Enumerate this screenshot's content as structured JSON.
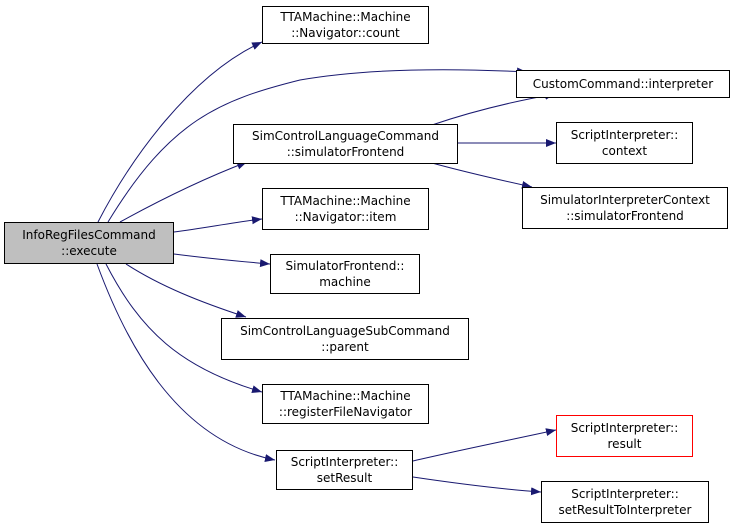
{
  "diagram": {
    "colors": {
      "edge": "#191970",
      "node_border": "#000000",
      "root_fill": "#bfbfbf",
      "highlight_border": "#ff0000"
    },
    "root": {
      "line1": "InfoRegFilesCommand",
      "line2": "::execute"
    },
    "nodes": {
      "navigator_count": {
        "line1": "TTAMachine::Machine",
        "line2": "::Navigator::count"
      },
      "custom_interpreter": {
        "line1": "CustomCommand::interpreter"
      },
      "sim_frontend": {
        "line1": "SimControlLanguageCommand",
        "line2": "::simulatorFrontend"
      },
      "script_context": {
        "line1": "ScriptInterpreter::",
        "line2": "context"
      },
      "interp_context_frontend": {
        "line1": "SimulatorInterpreterContext",
        "line2": "::simulatorFrontend"
      },
      "navigator_item": {
        "line1": "TTAMachine::Machine",
        "line2": "::Navigator::item"
      },
      "frontend_machine": {
        "line1": "SimulatorFrontend::",
        "line2": "machine"
      },
      "subcommand_parent": {
        "line1": "SimControlLanguageSubCommand",
        "line2": "::parent"
      },
      "register_file_navigator": {
        "line1": "TTAMachine::Machine",
        "line2": "::registerFileNavigator"
      },
      "set_result": {
        "line1": "ScriptInterpreter::",
        "line2": "setResult"
      },
      "script_result": {
        "line1": "ScriptInterpreter::",
        "line2": "result"
      },
      "set_result_to_interpreter": {
        "line1": "ScriptInterpreter::",
        "line2": "setResultToInterpreter"
      }
    }
  }
}
